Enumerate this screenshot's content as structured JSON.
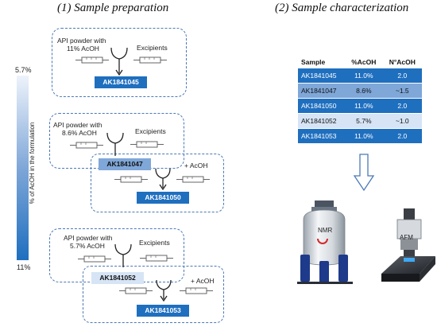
{
  "headings": {
    "prep": "(1) Sample preparation",
    "char": "(2) Sample characterization"
  },
  "scale": {
    "top_label": "5.7%",
    "bottom_label": "11%",
    "axis_label": "% of AcOH in the formulation",
    "top_color": "#e8f0fa",
    "bottom_color": "#1f6fbf"
  },
  "prep": {
    "box1": {
      "api": [
        "API powder with",
        "11% AcOH"
      ],
      "excipients": "Excipients",
      "result": "AK1841045"
    },
    "box2": {
      "api": [
        "API powder with",
        "8.6% AcOH"
      ],
      "excipients": "Excipients",
      "intermediate": "AK1841047",
      "add": "+ AcOH",
      "result": "AK1841050"
    },
    "box3": {
      "api": [
        "API powder with",
        "5.7% AcOH"
      ],
      "excipients": "Excipients",
      "intermediate": "AK1841052",
      "add": "+ AcOH",
      "result": "AK1841053"
    }
  },
  "table": {
    "headers": [
      "Sample",
      "%AcOH",
      "N°AcOH"
    ],
    "rows": [
      {
        "sample": "AK1841045",
        "pct": "11.0%",
        "n": "2.0",
        "shade": "dark"
      },
      {
        "sample": "AK1841047",
        "pct": "8.6%",
        "n": "~1.5",
        "shade": "mid"
      },
      {
        "sample": "AK1841050",
        "pct": "11.0%",
        "n": "2.0",
        "shade": "dark"
      },
      {
        "sample": "AK1841052",
        "pct": "5.7%",
        "n": "~1.0",
        "shade": "light"
      },
      {
        "sample": "AK1841053",
        "pct": "11.0%",
        "n": "2.0",
        "shade": "dark"
      }
    ]
  },
  "instruments": {
    "nmr": "NMR",
    "afm": "AFM"
  },
  "icons": [
    "syringe-icon",
    "merge-arrow-icon",
    "down-arrow-icon",
    "nmr-magnet-icon",
    "afm-microscope-icon"
  ]
}
